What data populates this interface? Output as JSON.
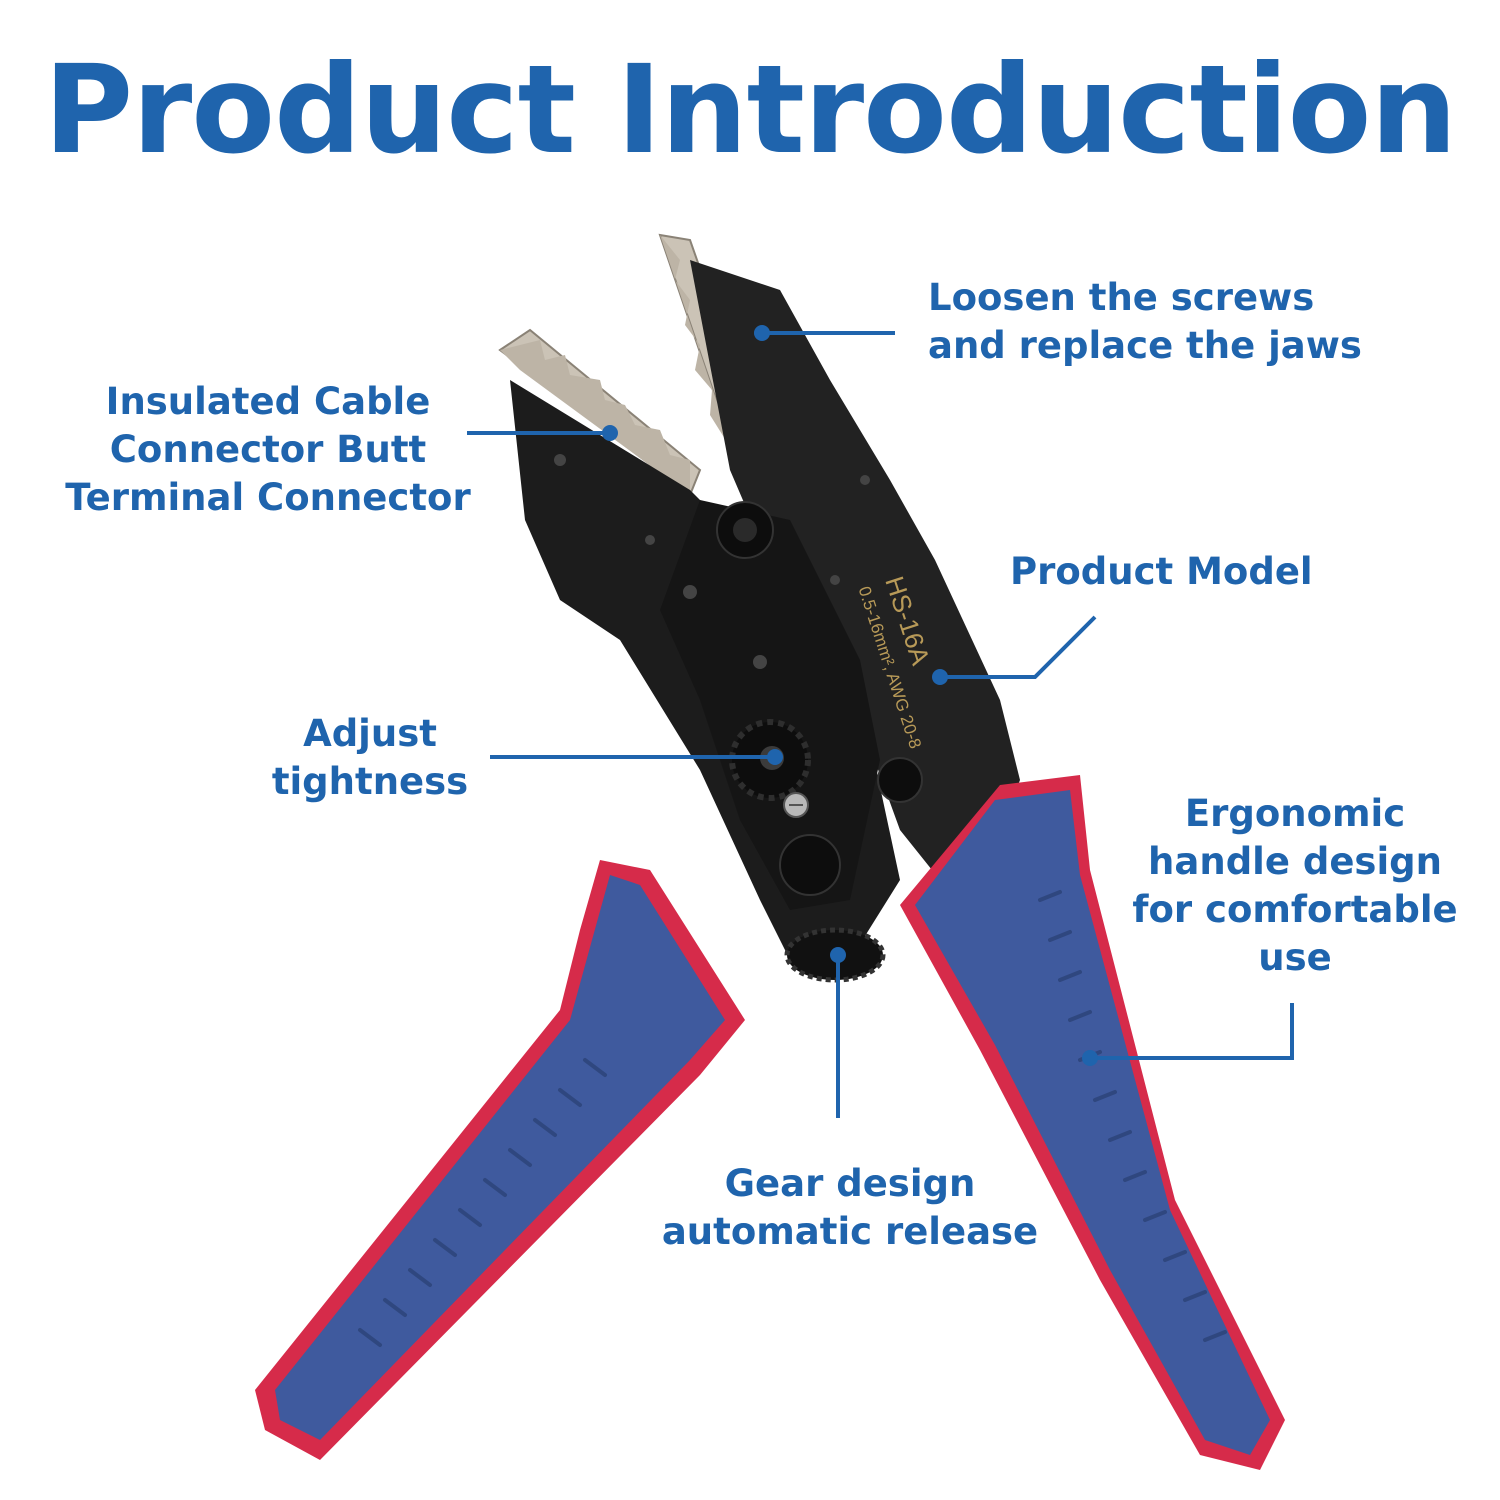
{
  "title": "Product Introduction",
  "colors": {
    "accent": "#1f64ad",
    "background": "#ffffff",
    "tool_body": "#1b1b1b",
    "jaw_metal": "#c9bfb0",
    "grip_blue": "#3f5a9e",
    "grip_red": "#d62b4a",
    "imprint": "#b89a58"
  },
  "tool": {
    "model": "HS-16A",
    "spec": "0.5-16mm², AWG 20-8"
  },
  "callouts": {
    "screws": {
      "lines": [
        "Loosen the screws",
        "and replace the jaws"
      ]
    },
    "connector": {
      "lines": [
        "Insulated Cable",
        "Connector Butt",
        "Terminal Connector"
      ]
    },
    "model": {
      "lines": [
        "Product Model"
      ]
    },
    "adjust": {
      "lines": [
        "Adjust",
        "tightness"
      ]
    },
    "ergonomic": {
      "lines": [
        "Ergonomic",
        "handle design",
        "for comfortable",
        "use"
      ]
    },
    "gear": {
      "lines": [
        "Gear design",
        "automatic release"
      ]
    }
  }
}
